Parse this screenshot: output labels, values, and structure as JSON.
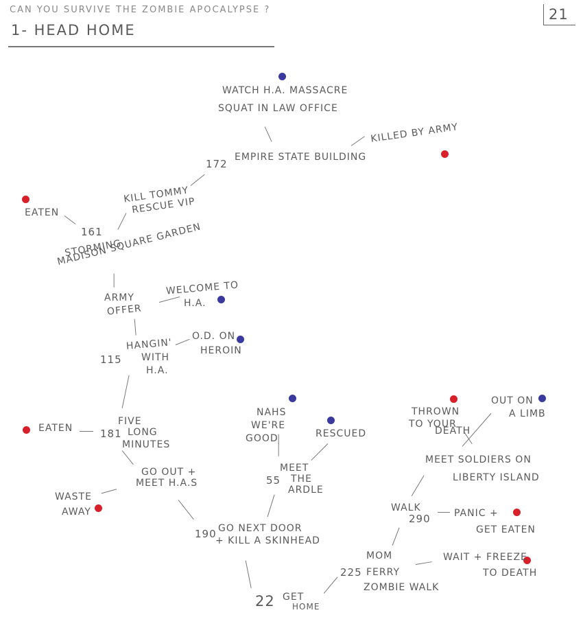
{
  "header": {
    "question": "CAN YOU SURVIVE THE ZOMBIE APOCALYPSE ?",
    "path_title": "1- HEAD HOME",
    "page_number": "21"
  },
  "colors": {
    "good_end": "#3a3a9e",
    "bad_end": "#d8202a",
    "ink": "#5a5a5a"
  },
  "nodes": {
    "watch": "WATCH H.A. MASSACRE",
    "squat": "SQUAT IN LAW OFFICE",
    "killed": "KILLED BY ARMY",
    "esb_num": "172",
    "esb": "EMPIRE STATE BUILDING",
    "kill_tommy": "KILL TOMMY",
    "rescue_vip": "RESCUE VIP",
    "eaten1": "EATEN",
    "msg_num": "161",
    "storming": "STORMING",
    "msg": "MADISON SQUARE GARDEN",
    "army": "ARMY",
    "offer": "OFFER",
    "welcome": "WELCOME TO",
    "ha1": "H.A.",
    "hangin": "HANGIN'",
    "with": "WITH",
    "ha2": "H.A.",
    "hang_num": "115",
    "od": "O.D. ON",
    "heroin": "HEROIN",
    "nahs": "NAHS",
    "were": "WE'RE",
    "good": "GOOD",
    "rescued": "RESCUED",
    "thrown": "THROWN",
    "to_your": "TO YOUR",
    "death1": "DEATH",
    "out_on": "OUT ON",
    "a_limb": "A LIMB",
    "eaten2": "EATEN",
    "five_num": "181",
    "five": "FIVE",
    "long": "LONG",
    "minutes": "MINUTES",
    "meet": "MEET",
    "ardle_num": "55",
    "the": "THE",
    "ardle": "ARDLE",
    "meet_soldiers": "MEET SOLDIERS ON",
    "liberty": "LIBERTY ISLAND",
    "go_out": "GO OUT +",
    "meet_has": "MEET H.A.S",
    "waste": "WASTE",
    "away": "AWAY",
    "walk": "WALK",
    "walk_num": "290",
    "panic": "PANIC +",
    "get_eaten": "GET EATEN",
    "skin_num": "190",
    "go_next": "GO NEXT DOOR",
    "kill_skin": "+ KILL A SKINHEAD",
    "mom": "MOM",
    "ferry_num": "225",
    "ferry": "FERRY",
    "zombie_walk": "ZOMBIE WALK",
    "wait": "WAIT + FREEZE",
    "to_death": "TO DEATH",
    "home_num": "22",
    "get": "GET",
    "home": "HOME"
  }
}
